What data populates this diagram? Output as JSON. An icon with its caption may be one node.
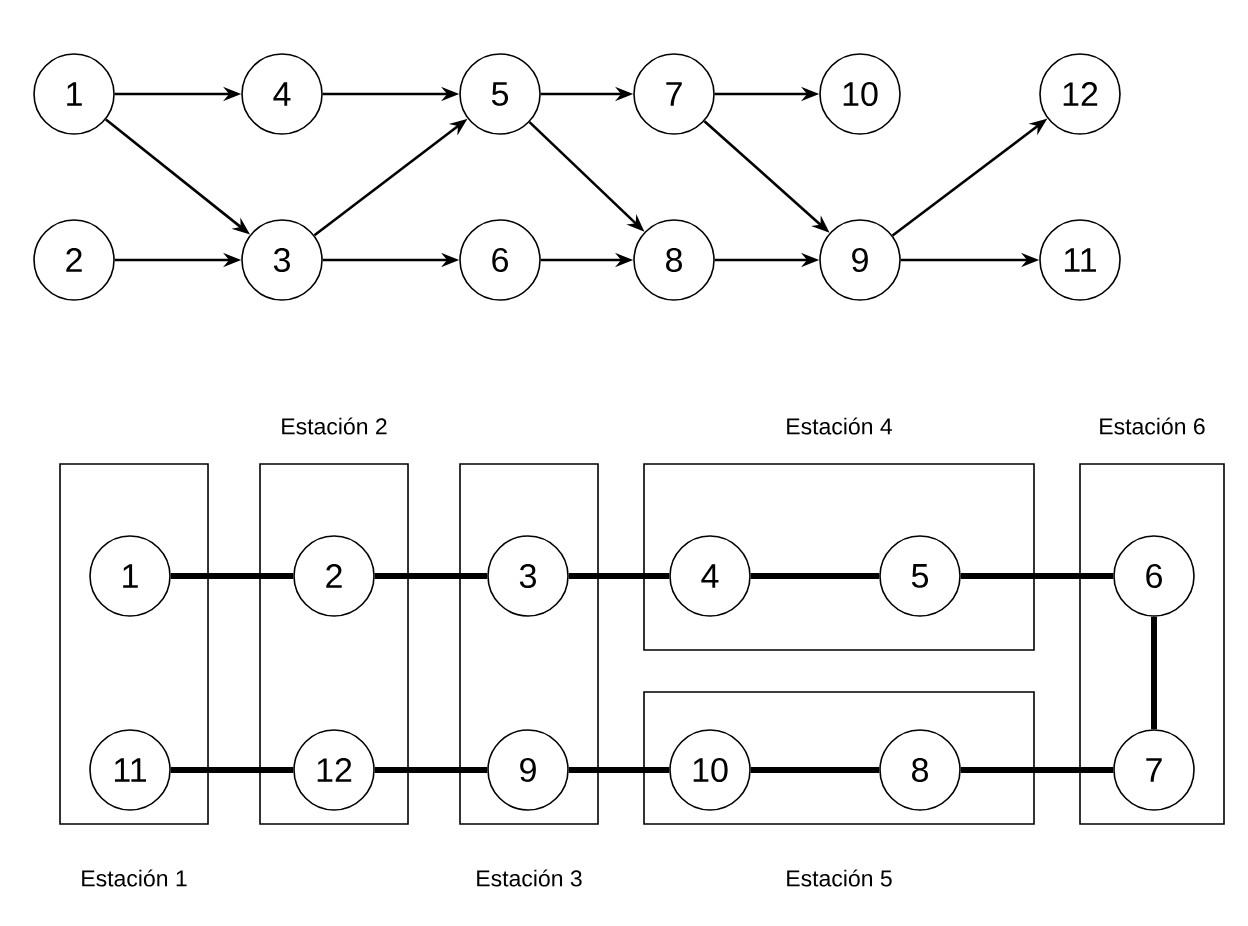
{
  "diagram": {
    "nodes": [
      {
        "text": [
          "1"
        ]
      },
      {
        "text": [
          "4"
        ]
      },
      {
        "text": [
          "5"
        ]
      },
      {
        "text": [
          "7"
        ]
      },
      {
        "text": [
          "10"
        ]
      },
      {
        "text": [
          "12"
        ]
      },
      {
        "text": [
          "2"
        ]
      },
      {
        "text": [
          "3"
        ]
      },
      {
        "text": [
          "6"
        ]
      },
      {
        "text": [
          "8"
        ]
      },
      {
        "text": [
          "9"
        ]
      },
      {
        "text": [
          "11"
        ]
      },
      {
        "text": [
          "Estación 1"
        ]
      },
      {
        "text": [
          "1"
        ],
        "in": 12
      },
      {
        "text": [
          "11"
        ],
        "in": 12
      },
      {
        "text": [
          "Estación 2"
        ]
      },
      {
        "text": [
          "2"
        ],
        "in": 15
      },
      {
        "text": [
          "12"
        ],
        "in": 15
      },
      {
        "text": [
          "Estación 3"
        ]
      },
      {
        "text": [
          "3"
        ],
        "in": 18
      },
      {
        "text": [
          "9"
        ],
        "in": 18
      },
      {
        "text": [
          "Estación 4"
        ]
      },
      {
        "text": [
          "4"
        ],
        "in": 21
      },
      {
        "text": [
          "5"
        ],
        "in": 21
      },
      {
        "text": [
          "Estación 5"
        ]
      },
      {
        "text": [
          "10"
        ],
        "in": 24
      },
      {
        "text": [
          "8"
        ],
        "in": 24
      },
      {
        "text": [
          "Estación 6"
        ]
      },
      {
        "text": [
          "6"
        ],
        "in": 27
      },
      {
        "text": [
          "7"
        ],
        "in": 27
      }
    ],
    "edges": [
      {
        "from": 0,
        "to": 1,
        "arrow": "to"
      },
      {
        "from": 0,
        "to": 7,
        "arrow": "to"
      },
      {
        "from": 6,
        "to": 7,
        "arrow": "to"
      },
      {
        "from": 7,
        "to": 2,
        "arrow": "to"
      },
      {
        "from": 7,
        "to": 8,
        "arrow": "to"
      },
      {
        "from": 1,
        "to": 2,
        "arrow": "to"
      },
      {
        "from": 2,
        "to": 3,
        "arrow": "to"
      },
      {
        "from": 2,
        "to": 9,
        "arrow": "to"
      },
      {
        "from": 8,
        "to": 9,
        "arrow": "to"
      },
      {
        "from": 3,
        "to": 4,
        "arrow": "to"
      },
      {
        "from": 3,
        "to": 10,
        "arrow": "to"
      },
      {
        "from": 9,
        "to": 10,
        "arrow": "to"
      },
      {
        "from": 10,
        "to": 5,
        "arrow": "to"
      },
      {
        "from": 10,
        "to": 11,
        "arrow": "to"
      },
      {
        "from": 13,
        "to": 16,
        "arrow": "none",
        "style": "thick"
      },
      {
        "from": 16,
        "to": 19,
        "arrow": "none",
        "style": "thick"
      },
      {
        "from": 19,
        "to": 22,
        "arrow": "none",
        "style": "thick"
      },
      {
        "from": 22,
        "to": 23,
        "arrow": "none",
        "style": "thick"
      },
      {
        "from": 23,
        "to": 28,
        "arrow": "none",
        "style": "thick"
      },
      {
        "from": 28,
        "to": 29,
        "arrow": "none",
        "style": "thick"
      },
      {
        "from": 14,
        "to": 17,
        "arrow": "none",
        "style": "thick"
      },
      {
        "from": 17,
        "to": 20,
        "arrow": "none",
        "style": "thick"
      },
      {
        "from": 20,
        "to": 25,
        "arrow": "none",
        "style": "thick"
      },
      {
        "from": 25,
        "to": 26,
        "arrow": "none",
        "style": "thick"
      },
      {
        "from": 26,
        "to": 29,
        "arrow": "none",
        "style": "thick"
      }
    ]
  }
}
